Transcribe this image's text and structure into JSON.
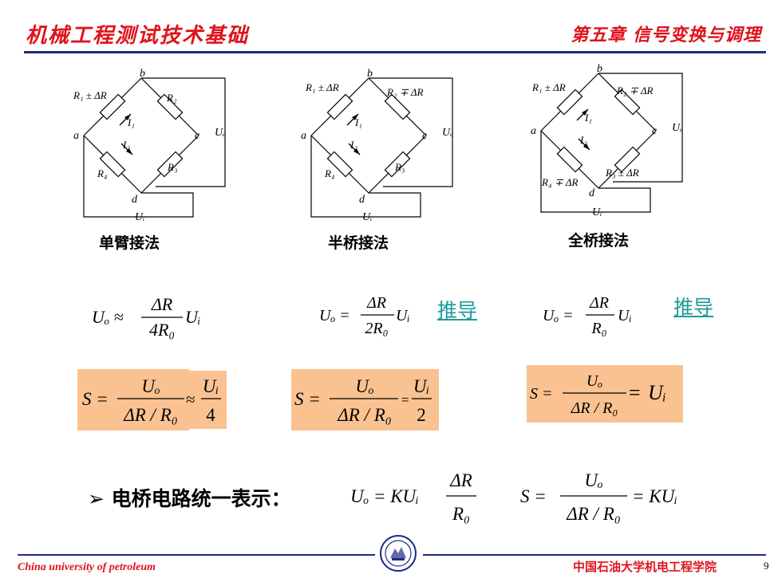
{
  "header": {
    "course_title": "机械工程测试技术基础",
    "chapter_title": "第五章 信号变换与调理"
  },
  "bridges": [
    {
      "caption": "单臂接法",
      "r1": "R₁ ± ΔR",
      "r2": "R₂",
      "r3": "R₃",
      "r4": "R₄",
      "node_a": "a",
      "node_b": "b",
      "node_c": "c",
      "node_d": "d",
      "i1": "I₁",
      "i2": "I₂",
      "uo": "Uₒ",
      "ui": "Uᵢ"
    },
    {
      "caption": "半桥接法",
      "r1": "R₁ ± ΔR",
      "r2": "R₂ ∓ ΔR",
      "r3": "R₃",
      "r4": "R₄",
      "node_a": "a",
      "node_b": "b",
      "node_c": "c",
      "node_d": "d",
      "i1": "I₁",
      "i2": "I₂",
      "uo": "Uₒ",
      "ui": "Uᵢ"
    },
    {
      "caption": "全桥接法",
      "r1": "R₁ ± ΔR",
      "r2": "R₂ ∓ ΔR",
      "r3": "R₃ ± ΔR",
      "r4": "R₄ ∓ ΔR",
      "node_a": "a",
      "node_b": "b",
      "node_c": "c",
      "node_d": "d",
      "i1": "I₁",
      "i2": "I₂",
      "uo": "Uₒ",
      "ui": "Uᵢ"
    }
  ],
  "output_formulas": {
    "f1": {
      "lhs": "Uₒ ≈",
      "num": "ΔR",
      "den": "4R₀",
      "tail": "Uᵢ"
    },
    "f2": {
      "lhs": "Uₒ =",
      "num": "ΔR",
      "den": "2R₀",
      "tail": "Uᵢ"
    },
    "f3": {
      "lhs": "Uₒ =",
      "num": "ΔR",
      "den": "R₀",
      "tail": "Uᵢ"
    }
  },
  "derive_link": "推导",
  "sensitivity": {
    "s1": {
      "lhs": "S =",
      "num": "Uₒ",
      "den": "ΔR / R₀",
      "op": "≈",
      "num2": "Uᵢ",
      "den2": "4"
    },
    "s2": {
      "lhs": "S =",
      "num": "Uₒ",
      "den": "ΔR / R₀",
      "op": "=",
      "num2": "Uᵢ",
      "den2": "2"
    },
    "s3": {
      "lhs": "S =",
      "num": "Uₒ",
      "den": "ΔR / R₀",
      "op": "=",
      "tail": "Uᵢ"
    }
  },
  "unified": {
    "label": "➢ 电桥电路统一表示：",
    "f1": {
      "lhs": "Uₒ = KUᵢ",
      "num": "ΔR",
      "den": "R₀"
    },
    "f2": {
      "lhs": "S =",
      "num": "Uₒ",
      "den": "ΔR / R₀",
      "tail": "= KUᵢ"
    }
  },
  "footer": {
    "school_en": "China university of petroleum",
    "school_cn": "中国石油大学机电工程学院",
    "page": "9"
  },
  "colors": {
    "title_red": "#e0121b",
    "rule_blue": "#1f2b86",
    "link_teal": "#1c9a9a",
    "box_orange": "#f9c290"
  }
}
